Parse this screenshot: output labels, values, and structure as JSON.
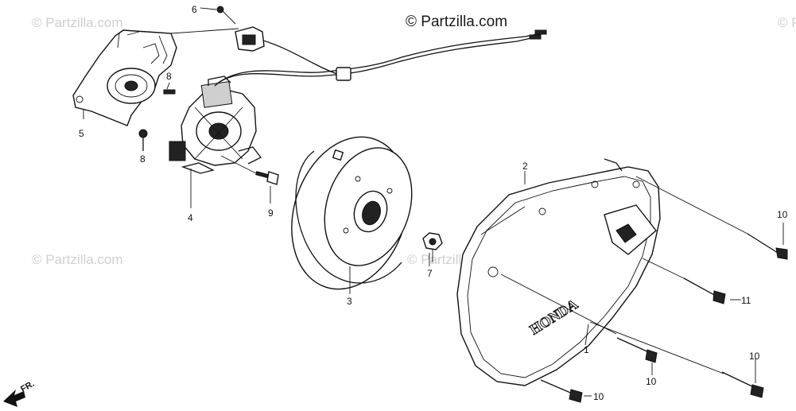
{
  "watermark": {
    "main": "© Partzilla.com",
    "faint": "© Partzilla.com"
  },
  "direction_label": "FR.",
  "cover_brand": "HONDA",
  "callouts": {
    "c1": "1",
    "c2": "2",
    "c3": "3",
    "c4": "4",
    "c5": "5",
    "c6": "6",
    "c7": "7",
    "c8a": "8",
    "c8b": "8",
    "c9": "9",
    "c10a": "10",
    "c10b": "10",
    "c10c": "10",
    "c10d": "10",
    "c11": "11"
  }
}
